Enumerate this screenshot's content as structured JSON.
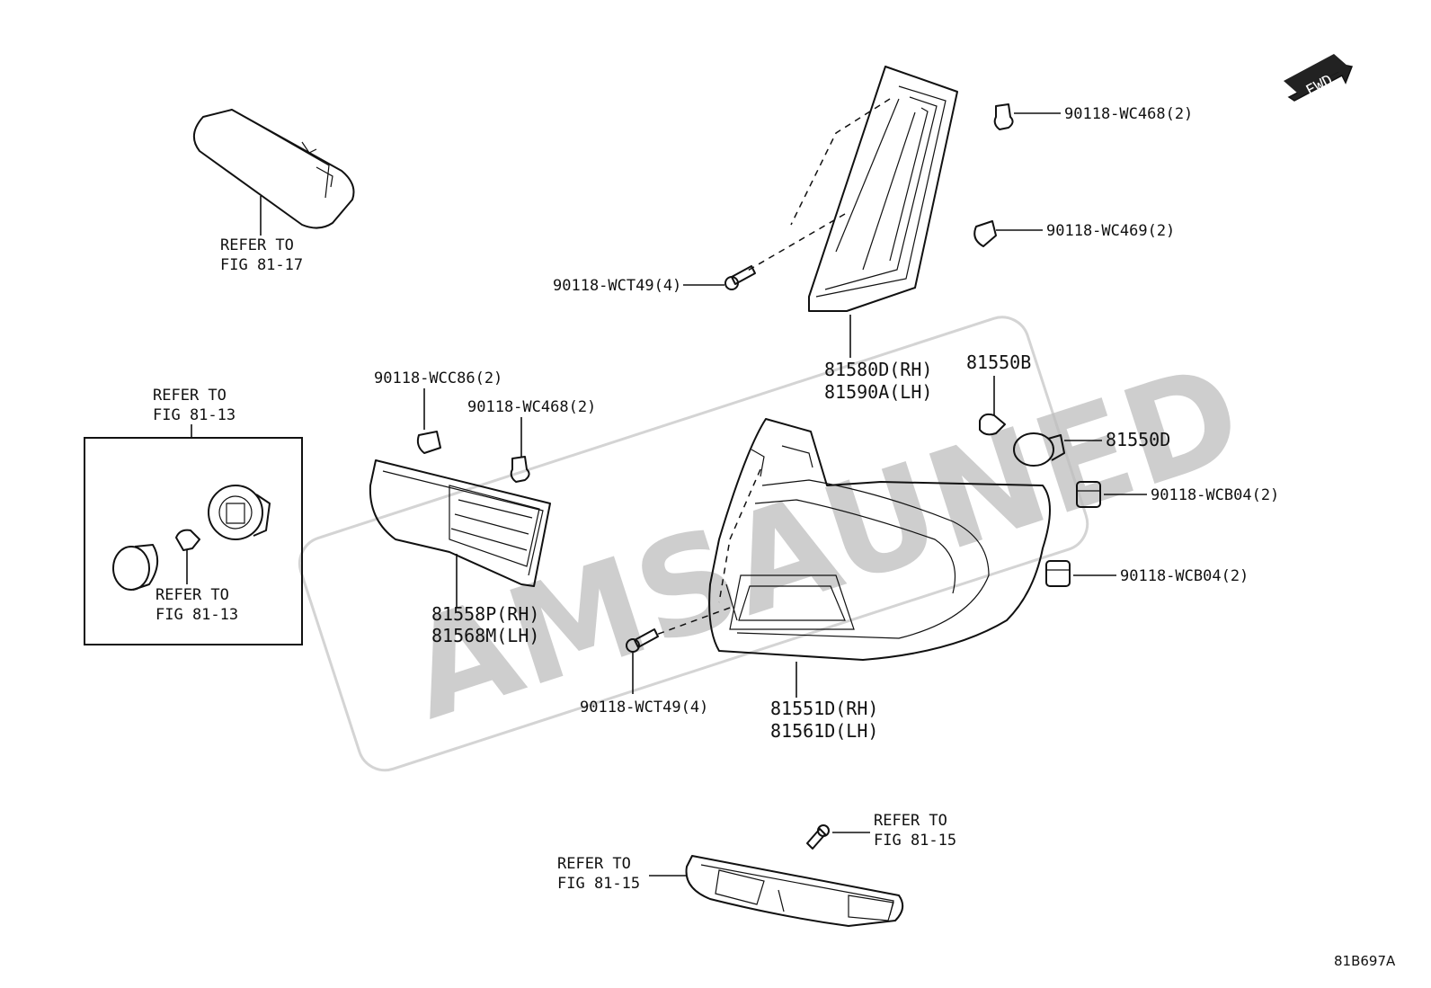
{
  "diagram_id": "81B697A",
  "fwd_label": "FWD",
  "watermark": "AMSAUNED",
  "labels": {
    "refer_81_17_a": "REFER TO",
    "refer_81_17_b": "FIG 81-17",
    "refer_81_13_top_a": "REFER TO",
    "refer_81_13_top_b": "FIG 81-13",
    "refer_81_13_in_a": "REFER TO",
    "refer_81_13_in_b": "FIG 81-13",
    "p_wct49_top": "90118-WCT49(4)",
    "p_wc468_top": "90118-WC468(2)",
    "p_wc469": "90118-WC469(2)",
    "p_81580d": "81580D(RH)",
    "p_81590a": "81590A(LH)",
    "p_wcc86": "90118-WCC86(2)",
    "p_wc468_mid": "90118-WC468(2)",
    "p_81550b": "81550B",
    "p_81550d": "81550D",
    "p_wcb04_a": "90118-WCB04(2)",
    "p_wcb04_b": "90118-WCB04(2)",
    "p_81558p": "81558P(RH)",
    "p_81568m": "81568M(LH)",
    "p_wct49_bot": "90118-WCT49(4)",
    "p_81551d": "81551D(RH)",
    "p_81561d": "81561D(LH)",
    "refer_81_15_r_a": "REFER TO",
    "refer_81_15_r_b": "FIG 81-15",
    "refer_81_15_l_a": "REFER TO",
    "refer_81_15_l_b": "FIG 81-15"
  }
}
